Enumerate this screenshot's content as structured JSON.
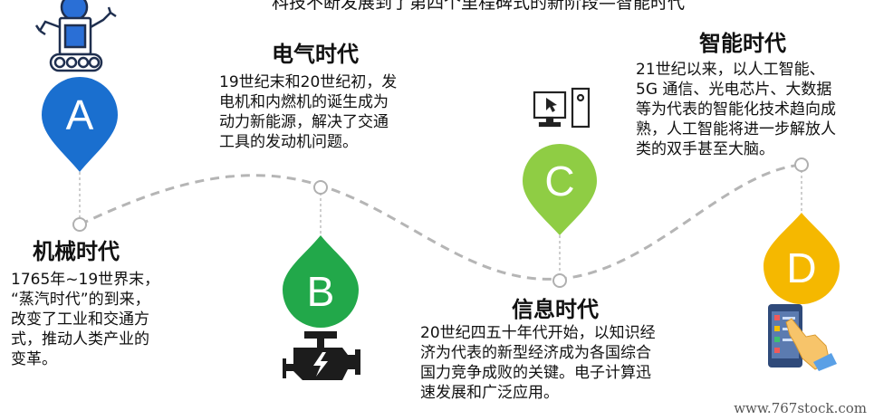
{
  "header_text": "科技不断发展到了第四个里程碑式的新阶段—智能时代",
  "eras": [
    {
      "letter": "A",
      "title": "机械时代",
      "desc": "1765年~19世界末，\n“蒸汽时代”的到来，\n改变了工业和交通方\n式，推动人类产业的\n变革。",
      "color": "#1a6fcf"
    },
    {
      "letter": "B",
      "title": "电气时代",
      "desc": "19世纪末和20世纪初，发\n电机和内燃机的诞生成为\n动力新能源，解决了交通\n工具的发动机问题。",
      "color": "#22a84a"
    },
    {
      "letter": "C",
      "title": "信息时代",
      "desc": "20世纪四五十年代开始，以知识经\n济为代表的新型经济成为各国综合\n国力竞争成败的关键。电子计算迅\n速发展和广泛应用。",
      "color": "#8fcd44"
    },
    {
      "letter": "D",
      "title": "智能时代",
      "desc": "21世纪以来，以人工智能、\n5G 通信、光电芯片、大数据\n等为代表的智能化技术趋向成\n熟，人工智能将进一步解放人\n类的双手甚至大脑。",
      "color": "#f5b800"
    }
  ],
  "watermark": "www.767stock.com",
  "icons": [
    "robot-icon",
    "engine-icon",
    "computer-icon",
    "tablet-hand-icon"
  ]
}
